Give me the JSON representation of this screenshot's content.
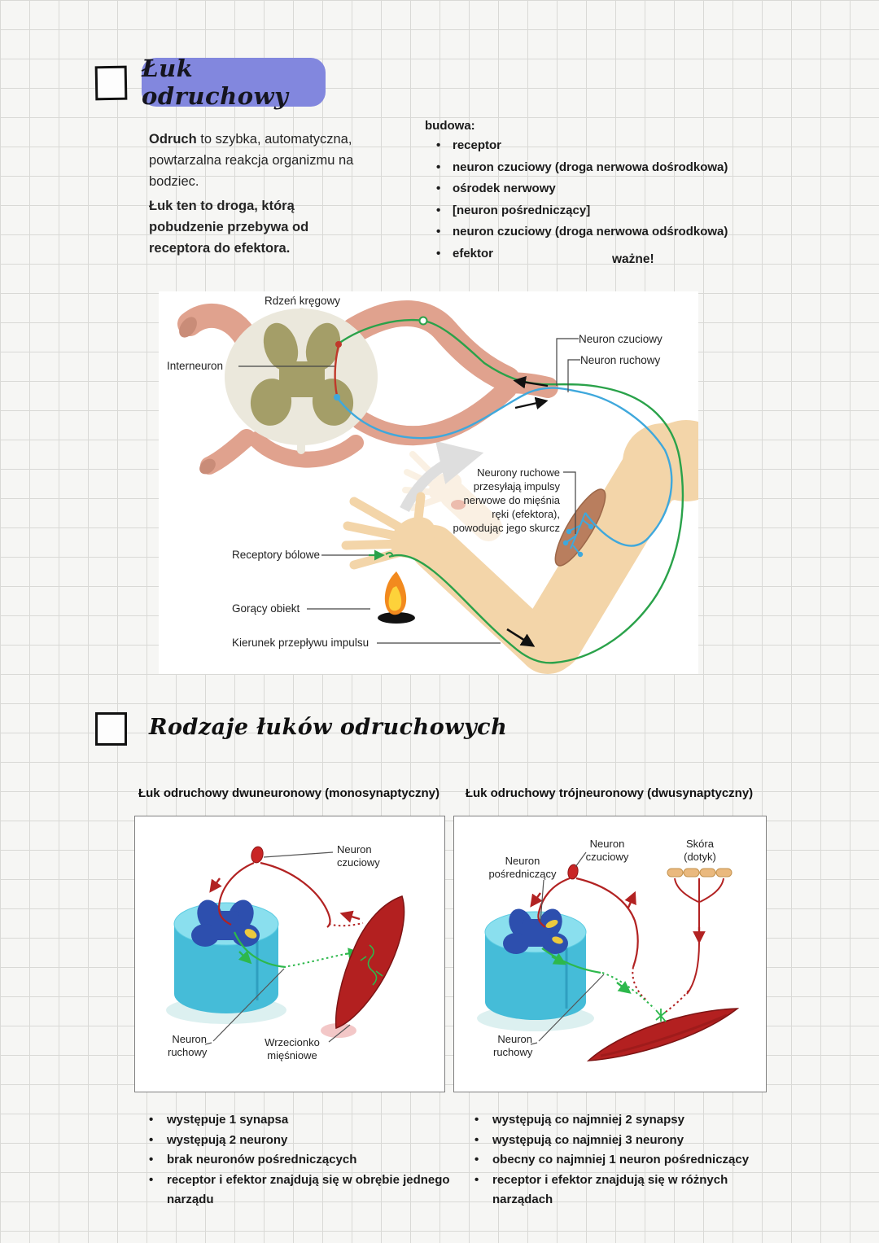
{
  "colors": {
    "header_purple": "#8287de",
    "grid_line": "#d9d9d6",
    "paper": "#f6f6f4",
    "sensory_green": "#2aa24a",
    "motor_blue": "#3fa8dc",
    "neuron_red": "#b22222",
    "spine_cyan": "#45bcd8",
    "skin": "#f3d5a9",
    "gray_matter_olive": "#a49e68",
    "nerve_root_pink": "#e0a28e"
  },
  "section1": {
    "title": "Łuk odruchowy",
    "def_term": "Odruch",
    "def_rest": " to szybka, automatyczna, powtarzalna reakcja organizmu na bodziec.",
    "arc_def": "Łuk ten to droga, którą pobudzenie przebywa od receptora do efektora.",
    "budowa_label": "budowa:",
    "budowa_items": [
      "receptor",
      "neuron czuciowy (droga nerwowa dośrodkowa)",
      "ośrodek nerwowy",
      "[neuron pośredniczący]",
      "neuron czuciowy (droga nerwowa odśrodkowa)",
      "efektor"
    ],
    "wazne": "ważne!"
  },
  "diagram1": {
    "rdzen_kregowy": "Rdzeń kręgowy",
    "interneuron": "Interneuron",
    "neuron_czuciowy": "Neuron czuciowy",
    "neuron_ruchowy": "Neuron ruchowy",
    "neurony_ruchowe": "Neurony ruchowe przesyłają impulsy nerwowe do mięśnia ręki (efektora), powodując jego skurcz",
    "receptory_bolowe": "Receptory bólowe",
    "goracy_obiekt": "Gorący obiekt",
    "kierunek": "Kierunek przepływu impulsu"
  },
  "section2": {
    "title": "Rodzaje łuków odruchowych",
    "left": {
      "title": "Łuk odruchowy dwuneuronowy (monosynaptyczny)",
      "neuron_czuciowy": "Neuron czuciowy",
      "neuron_ruchowy": "Neuron ruchowy",
      "wrzecionko": "Wrzecionko mięśniowe",
      "bullets": [
        "występuje 1 synapsa",
        "występują 2 neurony",
        "brak neuronów pośredniczących",
        "receptor i efektor znajdują się w obrębie jednego narządu"
      ]
    },
    "right": {
      "title": "Łuk odruchowy trójneuronowy (dwusynaptyczny)",
      "neuron_posredniczacy": "Neuron pośredniczący",
      "neuron_czuciowy": "Neuron czuciowy",
      "skora": "Skóra (dotyk)",
      "neuron_ruchowy": "Neuron ruchowy",
      "bullets": [
        "występują co najmniej 2 synapsy",
        "występują co najmniej 3 neurony",
        "obecny co najmniej 1 neuron pośredniczący",
        "receptor i efektor znajdują się w różnych narządach"
      ]
    }
  }
}
